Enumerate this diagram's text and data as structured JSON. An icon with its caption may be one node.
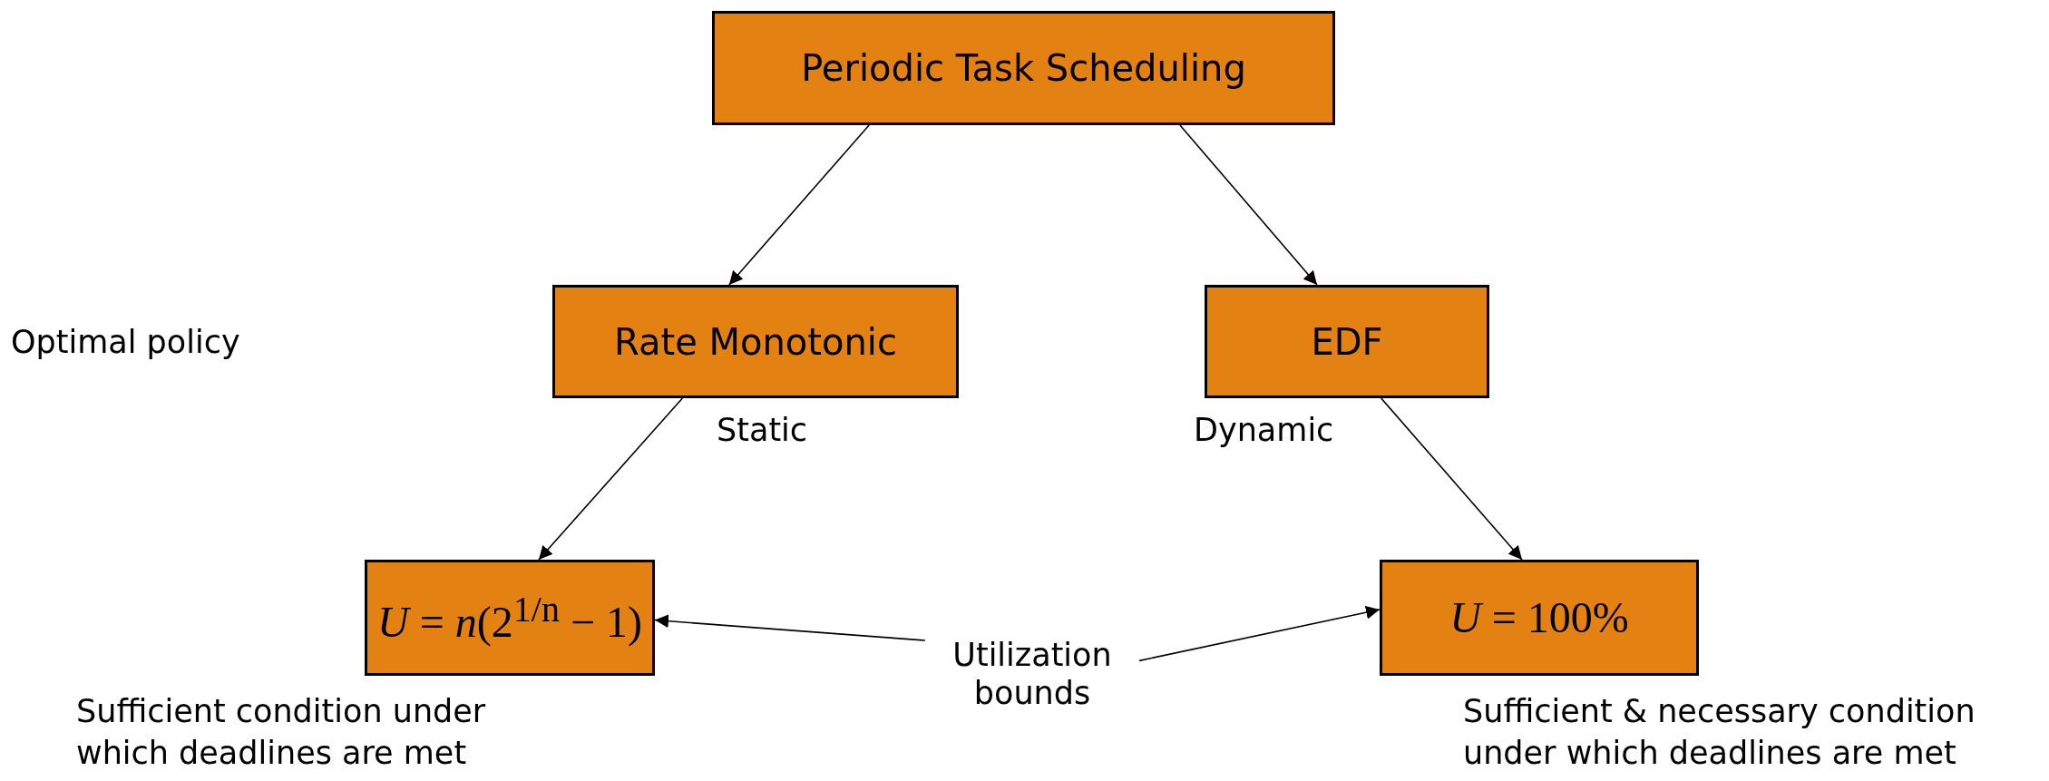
{
  "diagram": {
    "nodes": [
      {
        "text": [
          "Periodic Task Scheduling"
        ]
      },
      {
        "text": [
          "Rate Monotonic"
        ],
        "beside": [
          "Static"
        ]
      },
      {
        "text": [
          "EDF"
        ],
        "beside": [
          "Dynamic"
        ]
      },
      {
        "text": [
          "*U* = *n*(2$^{1/n}$ − 1)"
        ],
        "beside": [
          "Sufficient condition under which deadlines are met"
        ]
      },
      {
        "text": [
          "*U* = 100%"
        ],
        "beside": [
          "Sufficient & necessary condition under which deadlines are met"
        ]
      },
      {
        "text": [
          "Utilization bounds"
        ]
      }
    ],
    "edges": [
      {
        "from": 0,
        "to": 1,
        "arrow": "to"
      },
      {
        "from": 0,
        "to": 2,
        "arrow": "to"
      },
      {
        "from": 1,
        "to": 3,
        "arrow": "to"
      },
      {
        "from": 2,
        "to": 4,
        "arrow": "to"
      },
      {
        "from": 5,
        "to": 3,
        "arrow": "to"
      },
      {
        "from": 5,
        "to": 4,
        "arrow": "to"
      }
    ],
    "labels": [
      "Optimal policy"
    ]
  }
}
